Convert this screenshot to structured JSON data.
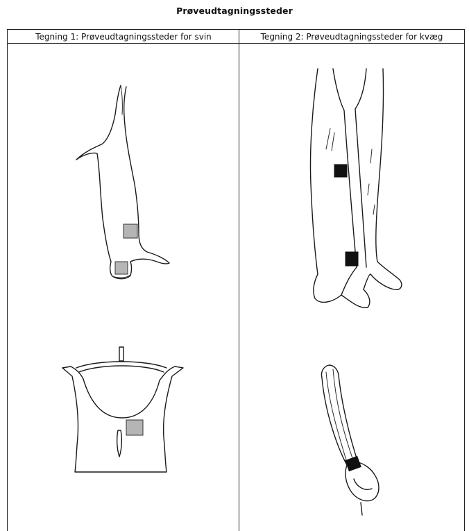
{
  "document": {
    "title": "Prøveudtagningssteder"
  },
  "table": {
    "columns": [
      {
        "header": "Tegning 1: Prøveudtagningssteder for svin"
      },
      {
        "header": "Tegning 2: Prøveudtagningssteder for kvæg"
      }
    ]
  },
  "drawings": {
    "pig_side": {
      "icon": "pig-carcass-side-illustration",
      "sample_color": "#b5b5b5"
    },
    "pig_back": {
      "icon": "pig-carcass-back-illustration",
      "sample_color": "#b5b5b5"
    },
    "cattle_side": {
      "icon": "cattle-hindquarter-illustration",
      "sample_color": "#111111"
    },
    "cattle_front": {
      "icon": "cattle-forequarter-illustration",
      "sample_color": "#111111"
    }
  }
}
